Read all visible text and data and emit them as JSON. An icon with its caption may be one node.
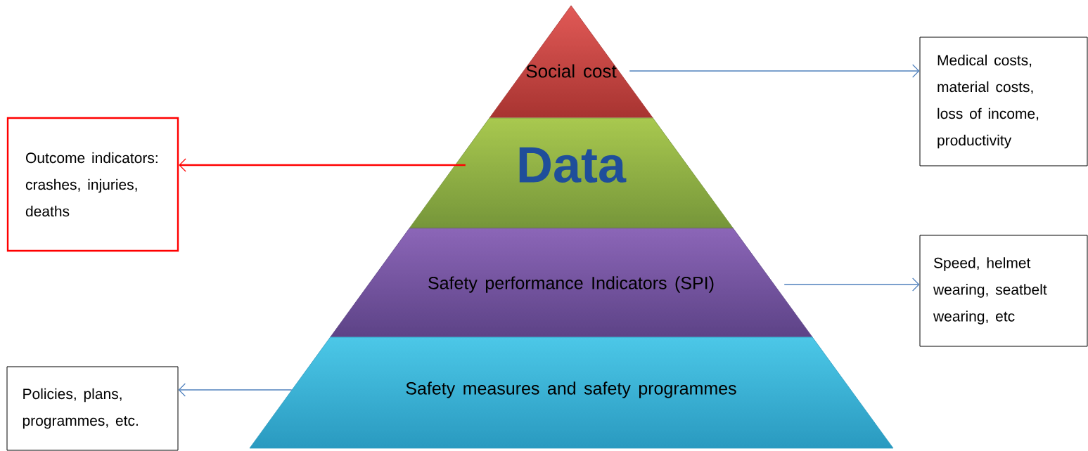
{
  "diagram": {
    "nodes": [
      {
        "text": [
          "Social cost"
        ]
      },
      {
        "text": [
          "Data"
        ]
      },
      {
        "text": [
          "Safety performance Indicators (SPI)"
        ]
      },
      {
        "text": [
          "Safety measures and safety programmes"
        ]
      },
      {
        "text": [
          "Medical costs, material costs, loss of income, productivity"
        ]
      },
      {
        "text": [
          "Outcome indicators: crashes, injuries, deaths"
        ]
      },
      {
        "text": [
          "Speed, helmet wearing, seatbelt wearing, etc"
        ]
      },
      {
        "text": [
          "Policies, plans, programmes, etc."
        ]
      }
    ],
    "edges": [
      {
        "from": 0,
        "to": 4,
        "arrow": "to"
      },
      {
        "from": 1,
        "to": 5,
        "arrow": "to",
        "color": "#ff0000"
      },
      {
        "from": 2,
        "to": 6,
        "arrow": "to"
      },
      {
        "from": 3,
        "to": 7,
        "arrow": "to"
      }
    ]
  }
}
